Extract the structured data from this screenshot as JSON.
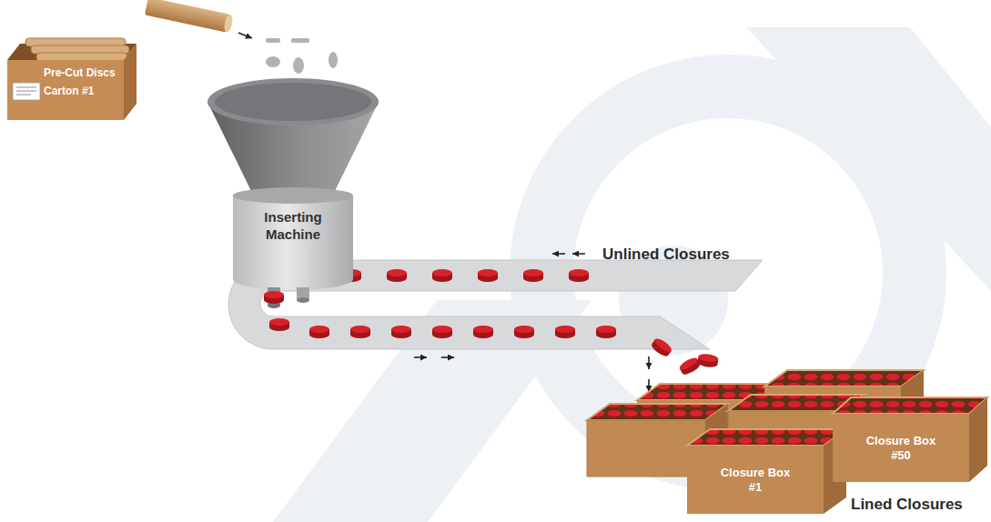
{
  "diagram": {
    "nodes": [
      {
        "text": [
          "Pre-Cut Discs",
          "Carton #1"
        ]
      },
      {
        "text": [
          "Inserting Machine"
        ]
      },
      {
        "text": [
          "Closure Box #1"
        ]
      },
      {
        "text": [
          "Closure Box #50"
        ]
      }
    ],
    "labels": [
      "Unlined Closures",
      "Lined Closures"
    ]
  }
}
